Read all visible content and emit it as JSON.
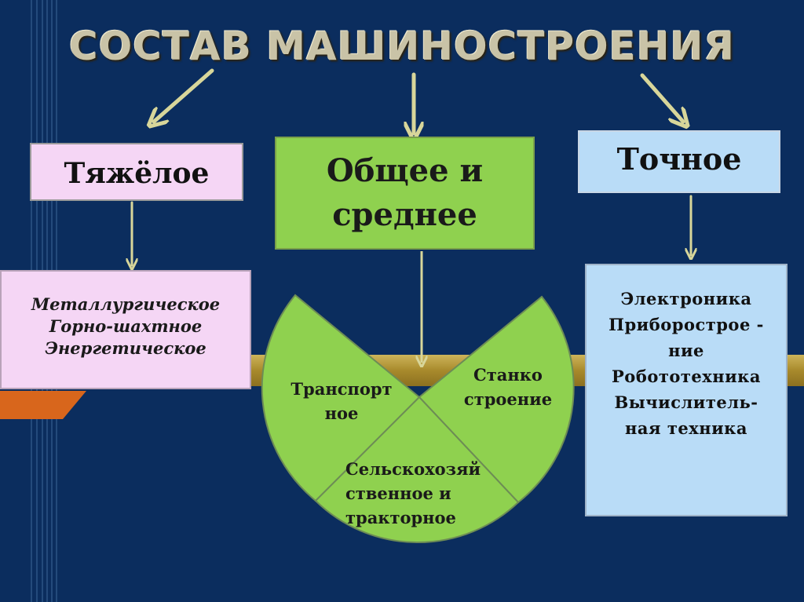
{
  "title": "СОСТАВ МАШИНОСТРОЕНИЯ",
  "branches": {
    "heavy": "Тяжёлое",
    "general": [
      "Общее и",
      "среднее"
    ],
    "precise": "Точное"
  },
  "heavy_items": [
    "Металлургическое",
    "Горно-шахтное",
    "Энергетическое"
  ],
  "general_sectors": {
    "transport": [
      "Транспорт",
      "ное"
    ],
    "machine_tool": [
      "Станко",
      "строение"
    ],
    "agricultural": [
      "Сельскохозяй",
      "ственное и",
      "тракторное"
    ]
  },
  "precise_items": [
    "Электроника",
    "Приборострое -",
    "ние",
    "Робототехника",
    "Вычислитель-",
    "ная техника"
  ],
  "colors": {
    "background": "#0b2d5e",
    "heavy": "#f5d6f5",
    "general": "#8fd14f",
    "precise": "#b9dcf7",
    "arrow": "#d8d69a",
    "band": "#b59a3a",
    "accent": "#d8661c"
  }
}
